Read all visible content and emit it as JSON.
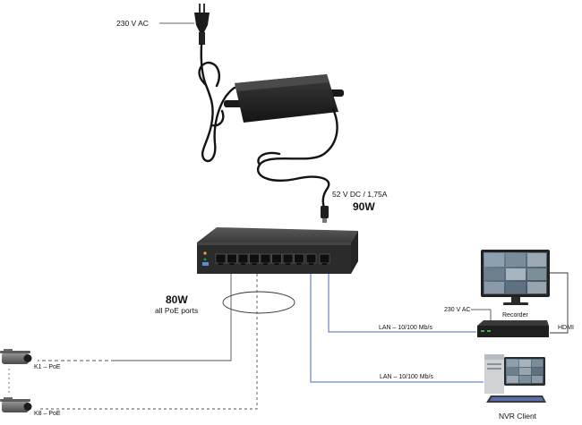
{
  "labels": {
    "mains_in": "230 V AC",
    "psu_output": "52 V DC / 1,75A",
    "psu_power": "90W",
    "poe_power": "80W",
    "poe_scope": "all PoE ports",
    "recorder_mains": "230 V AC",
    "recorder": "Recorder",
    "hdmi": "HDMI",
    "lan_recorder": "LAN – 10/100 Mb/s",
    "lan_client": "LAN – 10/100 Mb/s",
    "camera_1": "K1 – PoE",
    "camera_8": "K8 – PoE",
    "nvr_client": "NVR Client"
  },
  "icons": {
    "plug": "plug-icon",
    "power_supply": "power-supply-icon",
    "switch": "poe-switch-icon",
    "camera": "bullet-camera-icon",
    "recorder": "nvr-recorder-icon",
    "monitor": "monitor-icon",
    "pc": "desktop-pc-icon"
  },
  "colors": {
    "lan_line": "#4a6fb5",
    "device_dark": "#262626",
    "line_gray": "#777777"
  }
}
